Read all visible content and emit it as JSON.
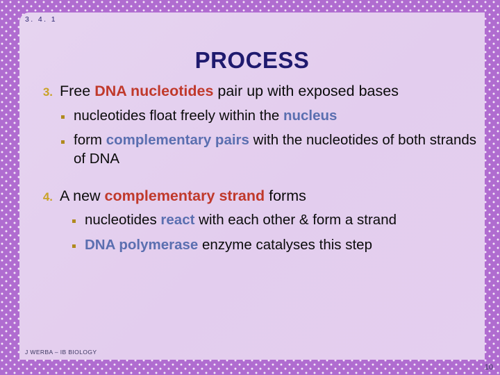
{
  "slide": {
    "eyebrow": "3. 4. 1",
    "title": "PROCESS",
    "footer_left": "J WERBA – IB BIOLOGY",
    "page_number": "10",
    "colors": {
      "border": "#b06cd0",
      "panel": "#e3cfee",
      "title": "#1f1a6e",
      "number_marker": "#c9a227",
      "bullet_marker": "#b08a1e",
      "highlight_red": "#c0392b",
      "highlight_blue": "#5b6fb0",
      "body_text": "#0b0b0b"
    }
  },
  "content": {
    "item3": {
      "marker": "3.",
      "line_parts": [
        {
          "text": "Free ",
          "style": "plain"
        },
        {
          "text": "DNA nucleotides",
          "style": "red"
        },
        {
          "text": " pair up with exposed bases",
          "style": "plain"
        }
      ],
      "subs": [
        {
          "marker": "square-bullet",
          "parts": [
            {
              "text": "nucleotides float freely within the ",
              "style": "plain"
            },
            {
              "text": "nucleus",
              "style": "blue"
            }
          ]
        },
        {
          "marker": "square-bullet",
          "parts": [
            {
              "text": "form ",
              "style": "plain"
            },
            {
              "text": "complementary pairs",
              "style": "blue"
            },
            {
              "text": " with the nucleotides of both strands of DNA",
              "style": "plain"
            }
          ]
        }
      ]
    },
    "item4": {
      "marker": "4.",
      "line_parts": [
        {
          "text": "A new ",
          "style": "plain"
        },
        {
          "text": "complementary strand",
          "style": "red"
        },
        {
          "text": " forms",
          "style": "plain"
        }
      ],
      "subs": [
        {
          "marker": "square-bullet",
          "parts": [
            {
              "text": "nucleotides ",
              "style": "plain"
            },
            {
              "text": "react",
              "style": "blue"
            },
            {
              "text": " with each other & form a strand",
              "style": "plain"
            }
          ]
        },
        {
          "marker": "square-bullet",
          "parts": [
            {
              "text": "DNA polymerase",
              "style": "blue"
            },
            {
              "text": " enzyme catalyses this step",
              "style": "plain"
            }
          ]
        }
      ]
    }
  }
}
